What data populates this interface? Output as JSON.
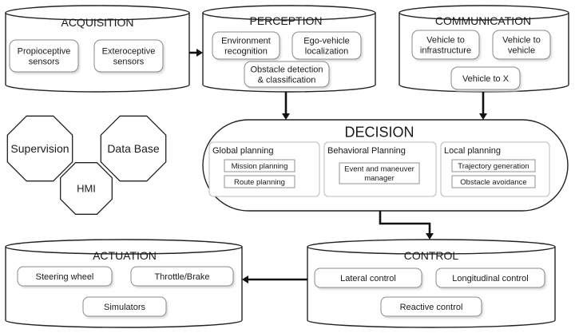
{
  "acquisition": {
    "title": "ACQUISITION",
    "items": [
      "Propioceptive\nsensors",
      "Exteroceptive\nsensors"
    ]
  },
  "perception": {
    "title": "PERCEPTION",
    "items": [
      "Environment\nrecognition",
      "Ego-vehicle\nlocalization",
      "Obstacle detection\n& classification"
    ]
  },
  "communication": {
    "title": "COMMUNICATION",
    "items": [
      "Vehicle to\ninfrastructure",
      "Vehicle to\nvehicle",
      "Vehicle to X"
    ]
  },
  "decision": {
    "title": "DECISION",
    "groups": [
      {
        "title": "Global planning",
        "items": [
          "Mission planning",
          "Route planning"
        ]
      },
      {
        "title": "Behavioral Planning",
        "items": [
          "Event and maneuver\nmanager"
        ]
      },
      {
        "title": "Local planning",
        "items": [
          "Trajectory generation",
          "Obstacle avoidance"
        ]
      }
    ]
  },
  "octagons": [
    "Supervision",
    "Data Base",
    "HMI"
  ],
  "actuation": {
    "title": "ACTUATION",
    "items": [
      "Steering wheel",
      "Throttle/Brake",
      "Simulators"
    ]
  },
  "control": {
    "title": "CONTROL",
    "items": [
      "Lateral control",
      "Longitudinal control",
      "Reactive control"
    ]
  }
}
